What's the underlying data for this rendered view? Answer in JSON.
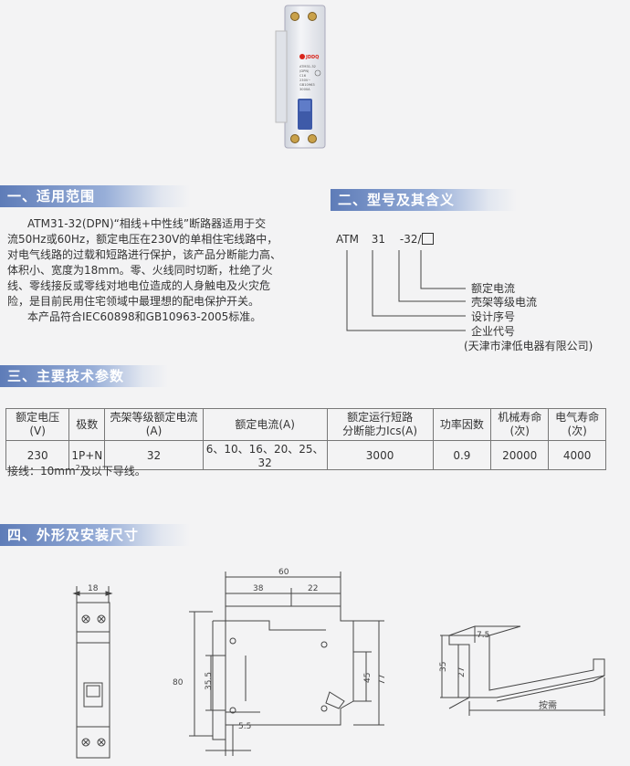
{
  "product": {
    "brand": "JDDQ",
    "lines": [
      "ATM31-32",
      "(DPN)",
      "C16",
      "230V~",
      "GB10963",
      "3000A"
    ]
  },
  "section1": {
    "title": "一、适用范围",
    "lines": [
      "ATM31-32(DPN)“相线+中性线”断路器适用于交",
      "流50Hz或60Hz，额定电压在230V的单相住宅线路中，",
      "对电气线路的过载和短路进行保护，该产品分断能力高、",
      "体积小、宽度为18mm。零、火线同时切断，杜绝了火",
      "线、零线接反或零线对地电位造成的人身触电及火灾危",
      "险，是目前民用住宅领域中最理想的配电保护开关。",
      "本产品符合IEC60898和GB10963-2005标准。"
    ]
  },
  "section2": {
    "title": "二、型号及其含义",
    "code_parts": [
      "ATM",
      "31",
      "-32",
      "/"
    ],
    "labels": [
      "额定电流",
      "壳架等级电流",
      "设计序号",
      "企业代号",
      "(天津市津低电器有限公司)"
    ]
  },
  "section3": {
    "title": "三、主要技术参数",
    "headers": [
      "额定电压(V)",
      "极数",
      "壳架等级额定电流(A)",
      "额定电流(A)",
      "额定运行短路\n分断能力Ics(A)",
      "功率因数",
      "机械寿命\n(次)",
      "电气寿命\n(次)"
    ],
    "row": [
      "230",
      "1P+N",
      "32",
      "6、10、16、20、25、32",
      "3000",
      "0.9",
      "20000",
      "4000"
    ],
    "note_prefix": "接线：10mm",
    "note_sup": "2",
    "note_suffix": "及以下导线。"
  },
  "section4": {
    "title": "四、外形及安装尺寸",
    "dims": {
      "front_width": "18",
      "side_total": "60",
      "side_left": "38",
      "side_right": "22",
      "height_80": "80",
      "height_77": "77",
      "height_45": "45",
      "height_355": "35.5",
      "depth_55": "5.5",
      "rail_35": "35",
      "rail_27": "27",
      "rail_75": "7.5",
      "rail_label": "按需"
    }
  }
}
